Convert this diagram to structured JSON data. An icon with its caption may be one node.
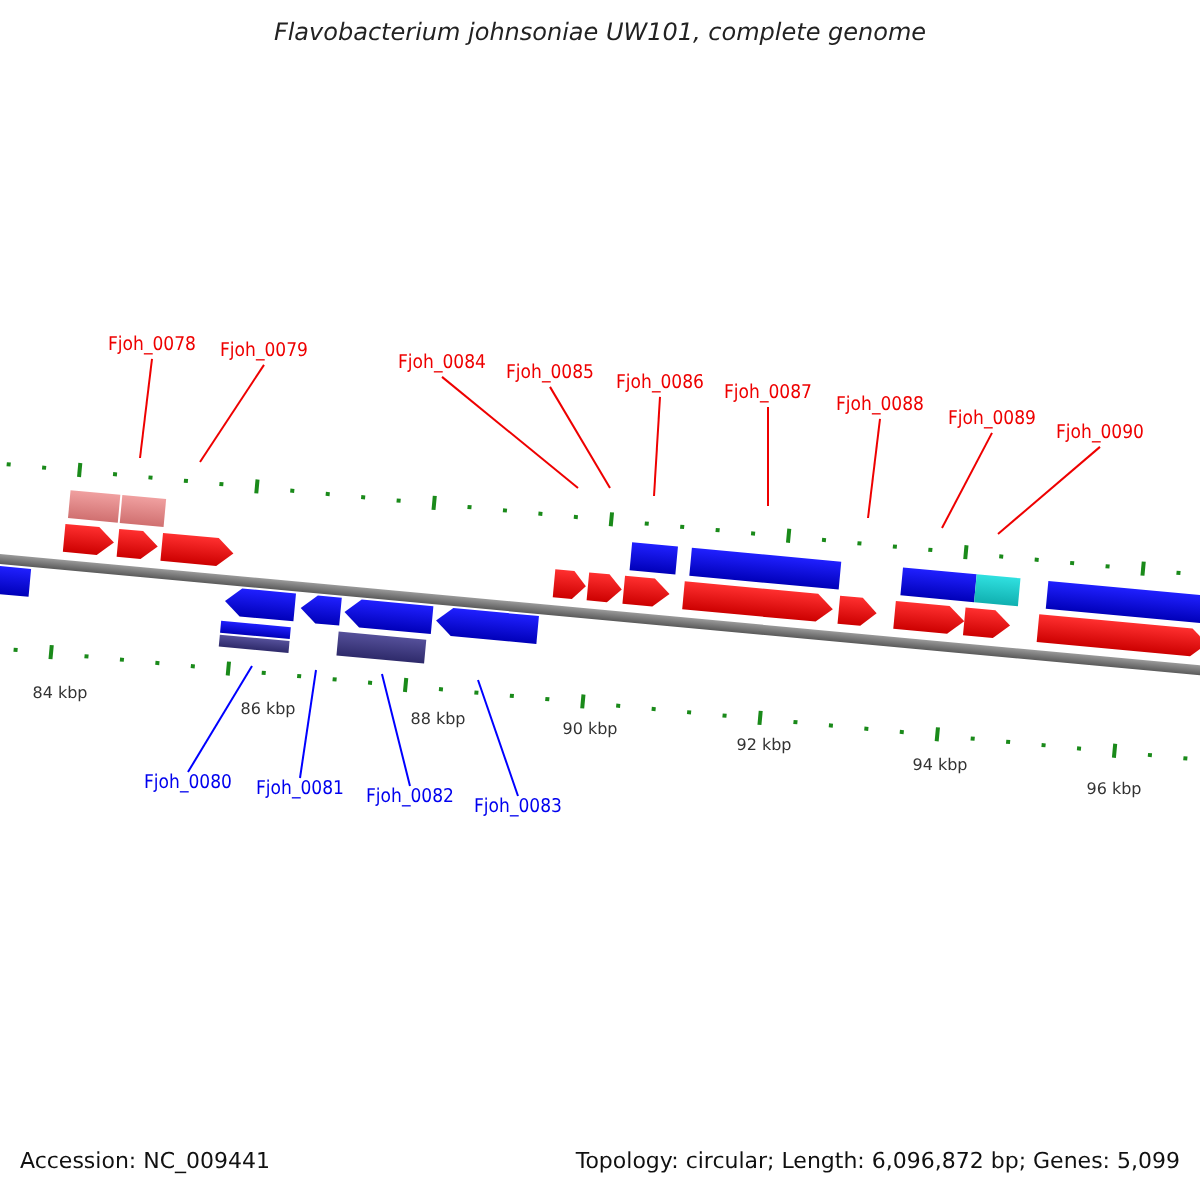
{
  "diagram": {
    "title": "Flavobacterium johnsoniae UW101, complete genome",
    "nodes": [
      {
        "text": [
          "Fjoh_0078"
        ]
      },
      {
        "text": [
          "Fjoh_0079"
        ]
      },
      {
        "text": [
          "Fjoh_0084"
        ]
      },
      {
        "text": [
          "Fjoh_0085"
        ]
      },
      {
        "text": [
          "Fjoh_0086"
        ]
      },
      {
        "text": [
          "Fjoh_0087"
        ]
      },
      {
        "text": [
          "Fjoh_0088"
        ]
      },
      {
        "text": [
          "Fjoh_0089"
        ]
      },
      {
        "text": [
          "Fjoh_0090"
        ]
      },
      {
        "text": [
          "Fjoh_0080"
        ]
      },
      {
        "text": [
          "Fjoh_0081"
        ]
      },
      {
        "text": [
          "Fjoh_0082"
        ]
      },
      {
        "text": [
          "Fjoh_0083"
        ]
      }
    ],
    "edges": [
      {
        "from": 0,
        "to": null,
        "arrow": "none"
      },
      {
        "from": 1,
        "to": null,
        "arrow": "none"
      },
      {
        "from": 2,
        "to": null,
        "arrow": "none"
      },
      {
        "from": 3,
        "to": null,
        "arrow": "none"
      },
      {
        "from": 4,
        "to": null,
        "arrow": "none"
      },
      {
        "from": 5,
        "to": null,
        "arrow": "none"
      },
      {
        "from": 6,
        "to": null,
        "arrow": "none"
      },
      {
        "from": 7,
        "to": null,
        "arrow": "none"
      },
      {
        "from": 8,
        "to": null,
        "arrow": "none"
      },
      {
        "from": 9,
        "to": null,
        "arrow": "none",
        "color": "#0000ff"
      },
      {
        "from": 10,
        "to": null,
        "arrow": "none",
        "color": "#0000ff"
      },
      {
        "from": 11,
        "to": null,
        "arrow": "none",
        "color": "#0000ff"
      },
      {
        "from": 12,
        "to": null,
        "arrow": "none",
        "color": "#0000ff"
      }
    ],
    "labels": [
      "84 kbp",
      "86 kbp",
      "88 kbp",
      "90 kbp",
      "92 kbp",
      "94 kbp",
      "96 kbp",
      "Accession: NC_009441",
      "Topology: circular; Length: 6,096,872 bp; Genes: 5,099"
    ]
  }
}
